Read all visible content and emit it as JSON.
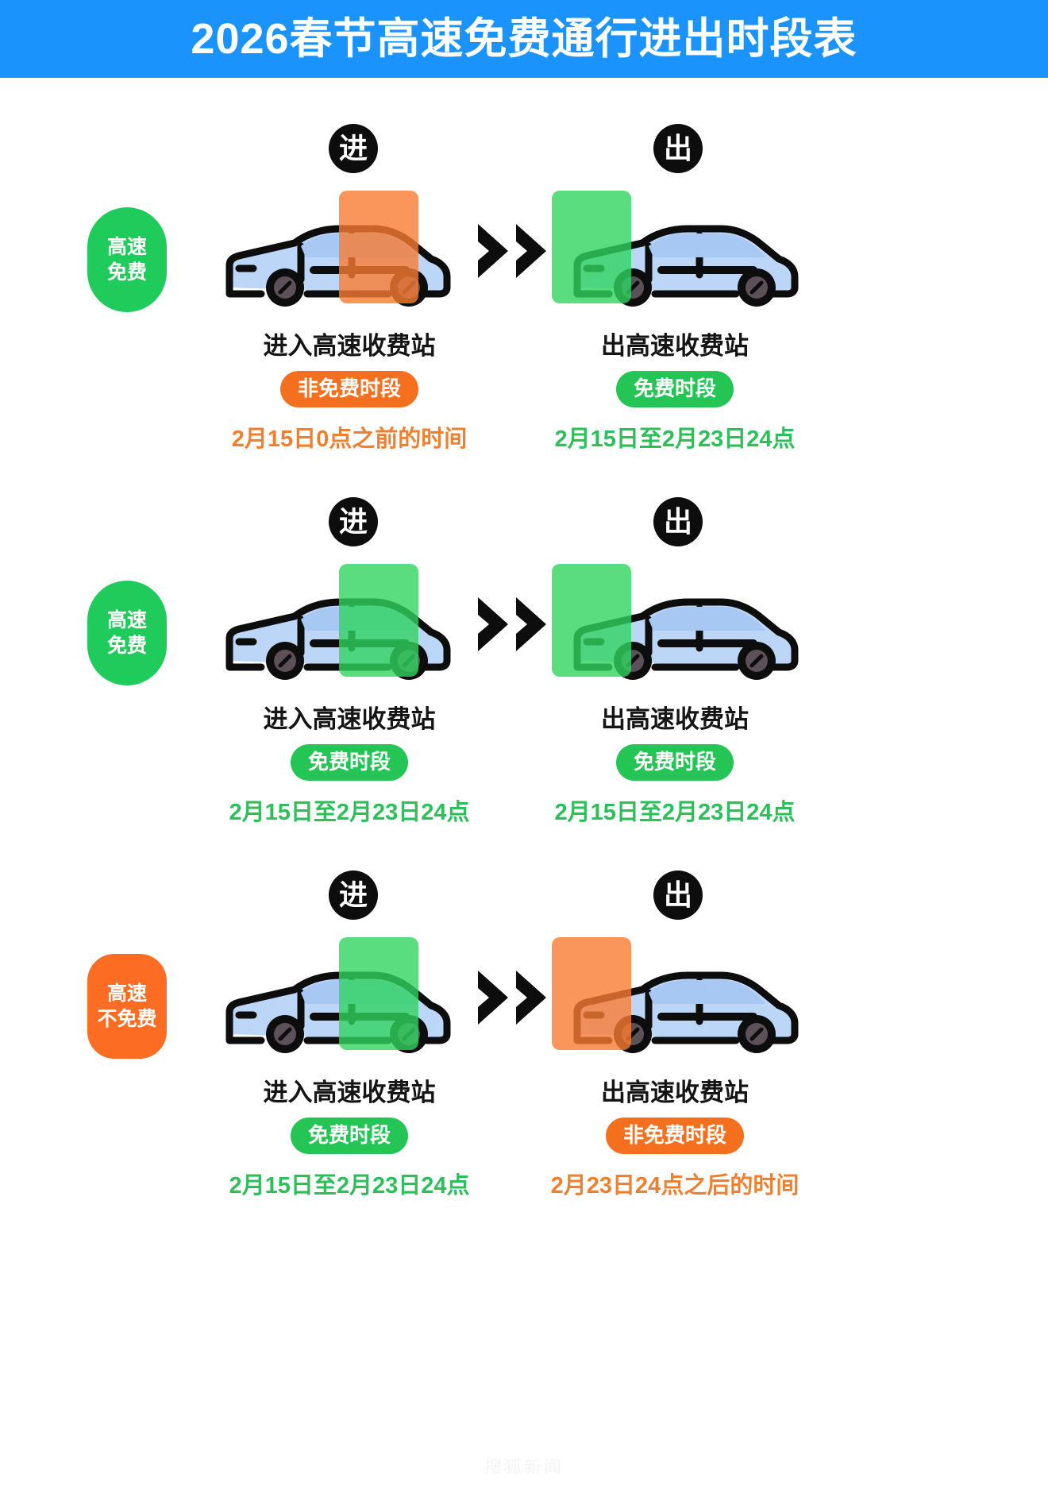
{
  "header": {
    "title": "2026春节高速免费通行进出时段表"
  },
  "labels": {
    "enter_marker": "进",
    "exit_marker": "出",
    "free_period": "免费时段",
    "non_free_period": "非免费时段",
    "enter_caption": "进入高速收费站",
    "exit_caption": "出高速收费站"
  },
  "colors": {
    "header_bg": "#1a94fc",
    "green": "#1fcc5b",
    "green_text": "#2dbf5a",
    "orange": "#fc6c22",
    "orange_text": "#ee8030",
    "marker_bg": "#0d0d0d",
    "car_body": "#bcd6f7",
    "car_outline": "#0d0d0d"
  },
  "watermark": "搜狐新闻",
  "rows": [
    {
      "status_label_line1": "高速",
      "status_label_line2": "免费",
      "status_style": "green",
      "status_shape": "pill",
      "enter": {
        "marker": "进",
        "caption": "进入高速收费站",
        "period": "非免费时段",
        "period_style": "orange",
        "date": "2月15日0点之前的时间",
        "date_style": "orange",
        "gate_style": "orange"
      },
      "exit": {
        "marker": "出",
        "caption": "出高速收费站",
        "period": "免费时段",
        "period_style": "green",
        "date": "2月15日至2月23日24点",
        "date_style": "green",
        "gate_style": "green"
      }
    },
    {
      "status_label_line1": "高速",
      "status_label_line2": "免费",
      "status_style": "green",
      "status_shape": "pill",
      "enter": {
        "marker": "进",
        "caption": "进入高速收费站",
        "period": "免费时段",
        "period_style": "green",
        "date": "2月15日至2月23日24点",
        "date_style": "green",
        "gate_style": "green"
      },
      "exit": {
        "marker": "出",
        "caption": "出高速收费站",
        "period": "免费时段",
        "period_style": "green",
        "date": "2月15日至2月23日24点",
        "date_style": "green",
        "gate_style": "green"
      }
    },
    {
      "status_label_line1": "高速",
      "status_label_line2": "不免费",
      "status_style": "orange",
      "status_shape": "squircle",
      "enter": {
        "marker": "进",
        "caption": "进入高速收费站",
        "period": "免费时段",
        "period_style": "green",
        "date": "2月15日至2月23日24点",
        "date_style": "green",
        "gate_style": "green"
      },
      "exit": {
        "marker": "出",
        "caption": "出高速收费站",
        "period": "非免费时段",
        "period_style": "orange",
        "date": "2月23日24点之后的时间",
        "date_style": "orange",
        "gate_style": "orange"
      }
    }
  ]
}
